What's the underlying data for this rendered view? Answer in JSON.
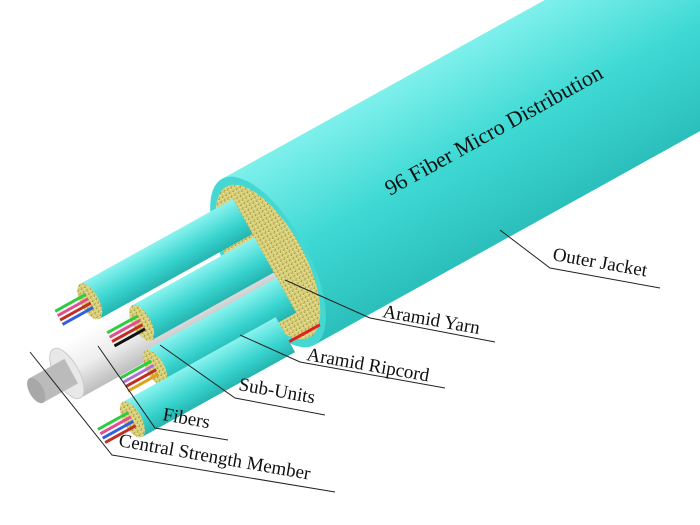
{
  "title": "96 Fiber Micro Distribution",
  "labels": {
    "outer_jacket": "Outer Jacket",
    "aramid_yarn": "Aramid Yarn",
    "aramid_ripcord": "Aramid Ripcord",
    "sub_units": "Sub-Units",
    "fibers": "Fibers",
    "central_strength_member": "Central Strength Member"
  },
  "colors": {
    "jacket": "#3fd6d2",
    "yarn": "#d8cf7a",
    "ripcord": "#e02020",
    "strength_member": "#e6e6e6"
  }
}
